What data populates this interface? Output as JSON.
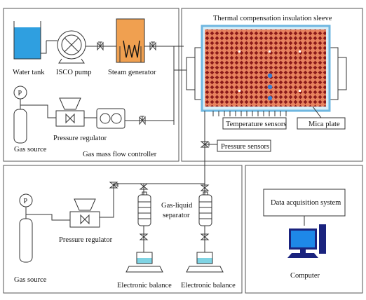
{
  "labels": {
    "water_tank": "Water tank",
    "isco_pump": "ISCO pump",
    "steam_generator": "Steam  generator",
    "pressure_regulator_top": "Pressure regulator",
    "gas_source_top": "Gas source",
    "gas_mass_flow_controller": "Gas mass flow controller",
    "thermal_sleeve": "Thermal compensation insulation sleeve",
    "temperature_sensors": "Temperature sensors",
    "mica_plate": "Mica plate",
    "pressure_sensors": "Pressure sensors",
    "gas_source_bottom": "Gas source",
    "pressure_regulator_bottom": "Pressure regulator",
    "gas_liquid_separator_line1": "Gas-liquid",
    "gas_liquid_separator_line2": "separator",
    "electronic_balance_1": "Electronic balance",
    "electronic_balance_2": "Electronic balance",
    "data_acquisition_system": "Data acquisition system",
    "computer": "Computer",
    "gauge_symbol_top": "P",
    "gauge_symbol_bottom": "P"
  },
  "colors": {
    "water": "#2f9fe0",
    "steam_generator_fill": "#f0a050",
    "sand_pack_fill": "#e8825e",
    "sand_grain": "#8b1a1a",
    "sleeve_border": "#6fb7e0",
    "balance_liquid": "#7fd3e3",
    "screen": "#1e88e8",
    "computer_body": "#1a237e"
  }
}
